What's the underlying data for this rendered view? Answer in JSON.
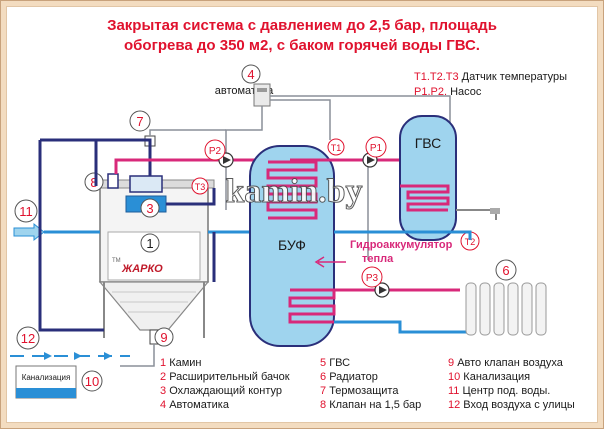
{
  "title": {
    "line1": "Закрытая система  с давлением до 2,5 бар, площадь",
    "line2": "обогрева до 350 м2,  с баком горячей воды ГВС."
  },
  "legend_top": {
    "sensors": "Т1.Т2.Т3",
    "sensors_text": " Датчик температуры",
    "pumps": "Р1.Р2.",
    "pumps_text": " Насос"
  },
  "labels": {
    "automatics": "автоматика",
    "tank_gvs": "ГВС",
    "buf": "БУФ",
    "accumulator_line1": "Гидроаккумулятор",
    "accumulator_line2": "тепла",
    "sewer": "Канализация",
    "watermark": "kamin.by",
    "brand": "ЖАРКО",
    "tm": "ТМ"
  },
  "markers": {
    "n1": "1",
    "n3": "3",
    "n4": "4",
    "n6": "6",
    "n7": "7",
    "n8": "8",
    "n9": "9",
    "n10": "10",
    "n11": "11",
    "n12": "12",
    "P1": "Р1",
    "P2": "Р2",
    "P3": "Р3",
    "T1": "Т1",
    "T2": "Т2",
    "T3": "Т3"
  },
  "legend": [
    {
      "num": "1",
      "text": "Камин"
    },
    {
      "num": "2",
      "text": "Расширительный бачок"
    },
    {
      "num": "3",
      "text": "Охлаждающий контур"
    },
    {
      "num": "4",
      "text": "Автоматика"
    },
    {
      "num": "5",
      "text": "ГВС"
    },
    {
      "num": "6",
      "text": "Радиатор"
    },
    {
      "num": "7",
      "text": "Термозащита"
    },
    {
      "num": "8",
      "text": "Клапан на 1,5 бар"
    },
    {
      "num": "9",
      "text": "Авто клапан воздуха"
    },
    {
      "num": "10",
      "text": "Канализация"
    },
    {
      "num": "11",
      "text": "Центр под. воды."
    },
    {
      "num": "12",
      "text": "Вход воздуха с улицы"
    }
  ],
  "colors": {
    "hot": "#d8297a",
    "cold": "#2a8fd6",
    "dark": "#2a2f7a",
    "gray": "#8a8f99",
    "tank": "#9fd4ee",
    "red": "#e0122e"
  }
}
